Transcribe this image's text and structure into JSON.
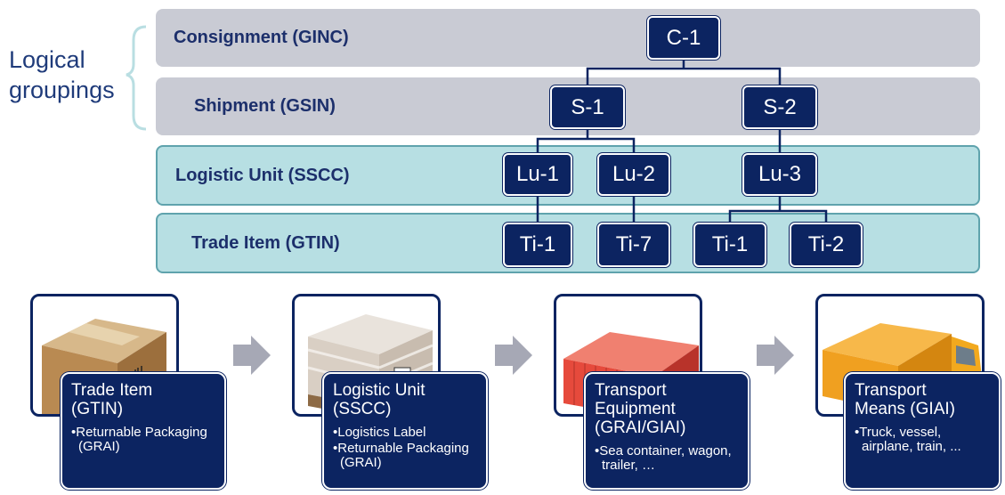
{
  "logical_groupings_label": "Logical groupings",
  "logical_groupings_lines": [
    "Logical",
    "groupings"
  ],
  "levels": [
    {
      "label": "Consignment (GINC)",
      "style": "grey"
    },
    {
      "label": "Shipment (GSIN)",
      "style": "grey"
    },
    {
      "label": "Logistic Unit (SSCC)",
      "style": "teal"
    },
    {
      "label": "Trade Item (GTIN)",
      "style": "teal"
    }
  ],
  "nodes": {
    "consignment": [
      "C-1"
    ],
    "shipment": [
      "S-1",
      "S-2"
    ],
    "logistic_unit": [
      "Lu-1",
      "Lu-2",
      "Lu-3"
    ],
    "trade_item": [
      "Ti-1",
      "Ti-7",
      "Ti-1",
      "Ti-2"
    ]
  },
  "cards": [
    {
      "title_lines": [
        "Trade Item",
        "(GTIN)"
      ],
      "bullets": [
        "•Returnable Packaging (GRAI)"
      ],
      "image": "cardboard-box"
    },
    {
      "title_lines": [
        "Logistic Unit",
        "(SSCC)"
      ],
      "bullets": [
        "•Logistics Label",
        "•Returnable Packaging (GRAI)"
      ],
      "image": "wrapped-pallet"
    },
    {
      "title_lines": [
        "Transport",
        "Equipment",
        "(GRAI/GIAI)"
      ],
      "bullets": [
        "•Sea container, wagon, trailer, …"
      ],
      "image": "sea-container"
    },
    {
      "title_lines": [
        "Transport",
        "Means (GIAI)"
      ],
      "bullets": [
        "•Truck, vessel, airplane, train, ..."
      ],
      "image": "truck"
    }
  ],
  "colors": {
    "navy": "#0c2461",
    "band_grey": "#c9cbd4",
    "band_teal": "#b7dfe3",
    "arrow_grey": "#a6a8b5"
  }
}
